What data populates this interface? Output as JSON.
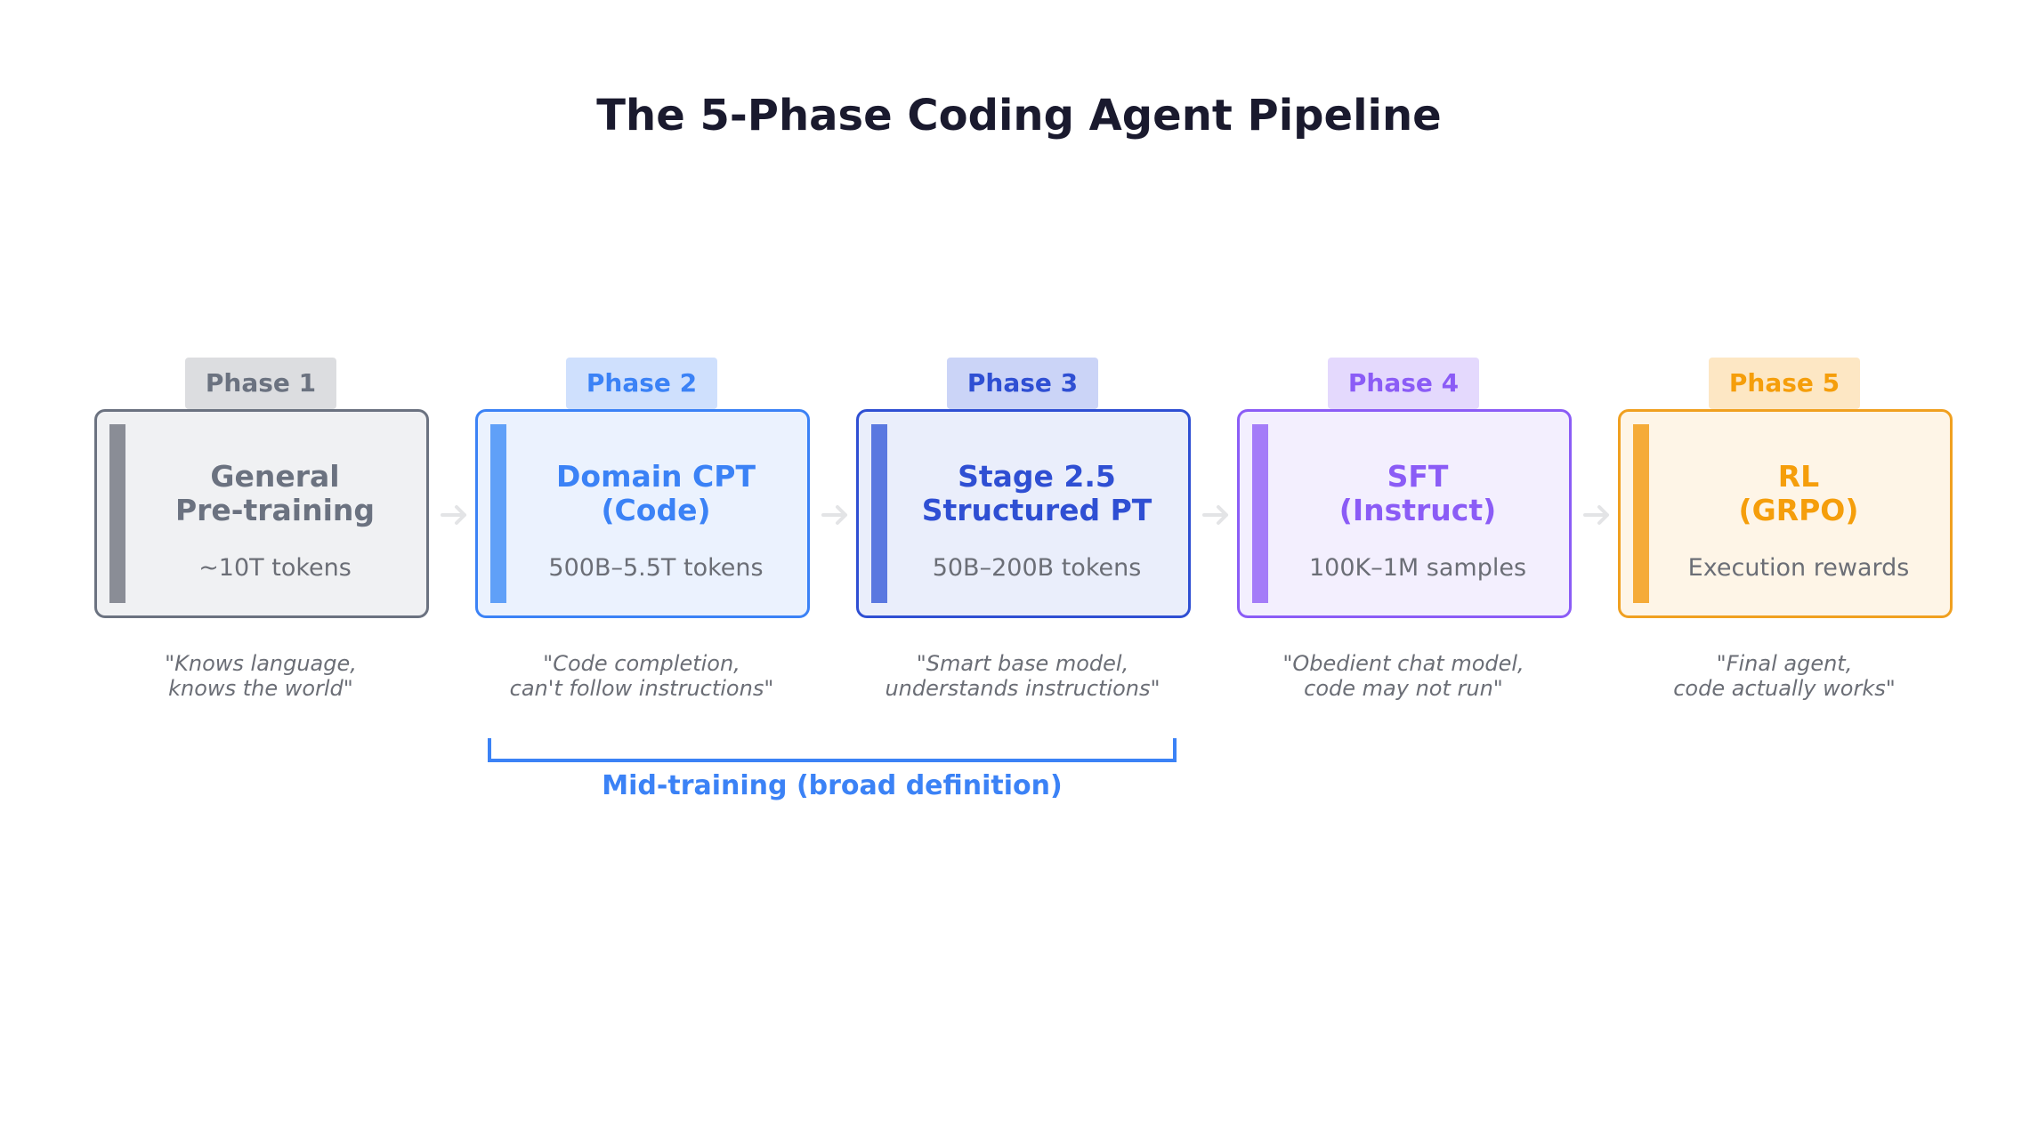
{
  "title": "The 5-Phase Coding Agent Pipeline",
  "phases": [
    {
      "badge": "Phase 1",
      "name": "General\nPre-training",
      "scale": "~10T tokens",
      "quote": "\"Knows language,\nknows the world\"",
      "colors": {
        "text": "#6b7280",
        "border": "#6b7280",
        "bg": "#f0f1f3",
        "badge_bg": "#dcdde0",
        "bar": "#8a8d96"
      }
    },
    {
      "badge": "Phase 2",
      "name": "Domain CPT\n(Code)",
      "scale": "500B–5.5T tokens",
      "quote": "\"Code completion,\ncan't follow instructions\"",
      "colors": {
        "text": "#3b82f6",
        "border": "#3b82f6",
        "bg": "#ebf2fe",
        "badge_bg": "#cfe0fd",
        "bar": "#60a0f8"
      }
    },
    {
      "badge": "Phase 3",
      "name": "Stage 2.5\nStructured PT",
      "scale": "50B–200B tokens",
      "quote": "\"Smart base model,\nunderstands instructions\"",
      "colors": {
        "text": "#2f4fd3",
        "border": "#2f4fd3",
        "bg": "#eaeefb",
        "badge_bg": "#cbd4f7",
        "bar": "#5a78e0"
      }
    },
    {
      "badge": "Phase 4",
      "name": "SFT\n(Instruct)",
      "scale": "100K–1M samples",
      "quote": "\"Obedient chat model,\ncode may not run\"",
      "colors": {
        "text": "#8b5cf6",
        "border": "#8b5cf6",
        "bg": "#f3effe",
        "badge_bg": "#e4d9fd",
        "bar": "#a47cf8"
      }
    },
    {
      "badge": "Phase 5",
      "name": "RL\n(GRPO)",
      "scale": "Execution rewards",
      "quote": "\"Final agent,\ncode actually works\"",
      "colors": {
        "text": "#f59e0b",
        "border": "#f0a020",
        "bg": "#fef5e7",
        "badge_bg": "#fde7c4",
        "bar": "#f5ab38"
      }
    }
  ],
  "bracket": {
    "label": "Mid-training (broad definition)",
    "color": "#3b82f6"
  },
  "arrow_color": "#e3e4e6"
}
